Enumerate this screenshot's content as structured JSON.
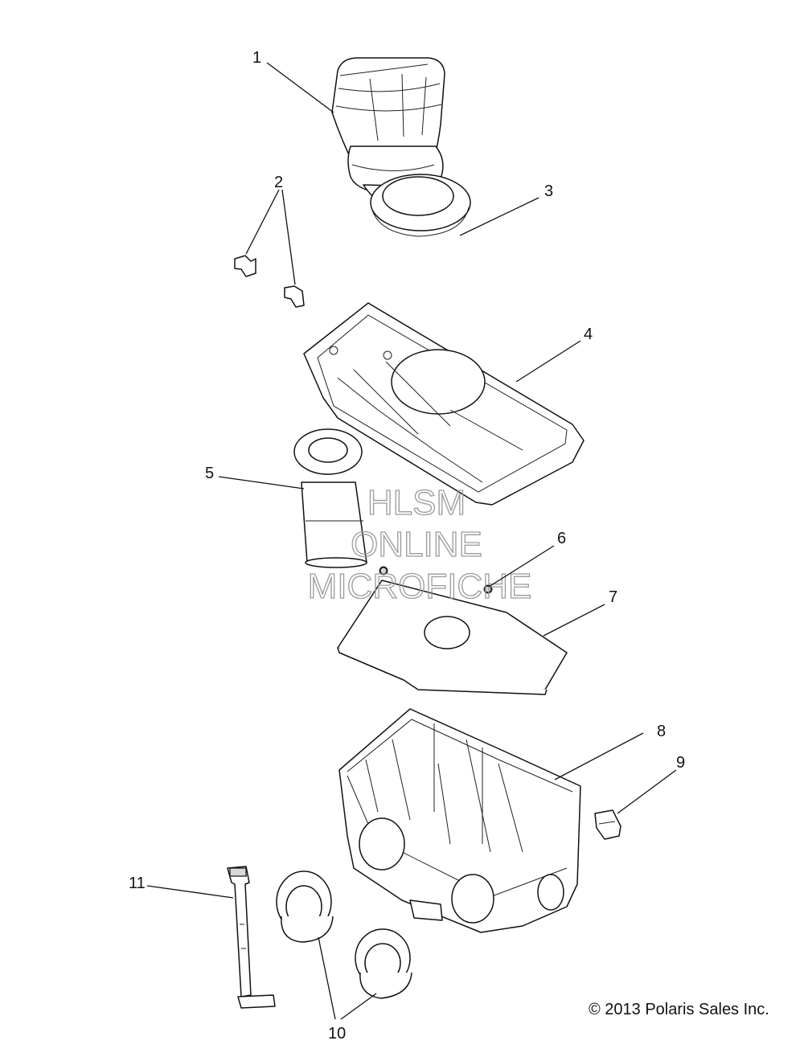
{
  "callouts": {
    "c1": "1",
    "c2": "2",
    "c3": "3",
    "c4": "4",
    "c5": "5",
    "c6": "6",
    "c7": "7",
    "c8": "8",
    "c9": "9",
    "c10": "10",
    "c11": "11"
  },
  "watermark": {
    "line1": "HLSM",
    "line2": "ONLINE",
    "line3": "MICROFICHE"
  },
  "copyright": "© 2013 Polaris Sales Inc."
}
